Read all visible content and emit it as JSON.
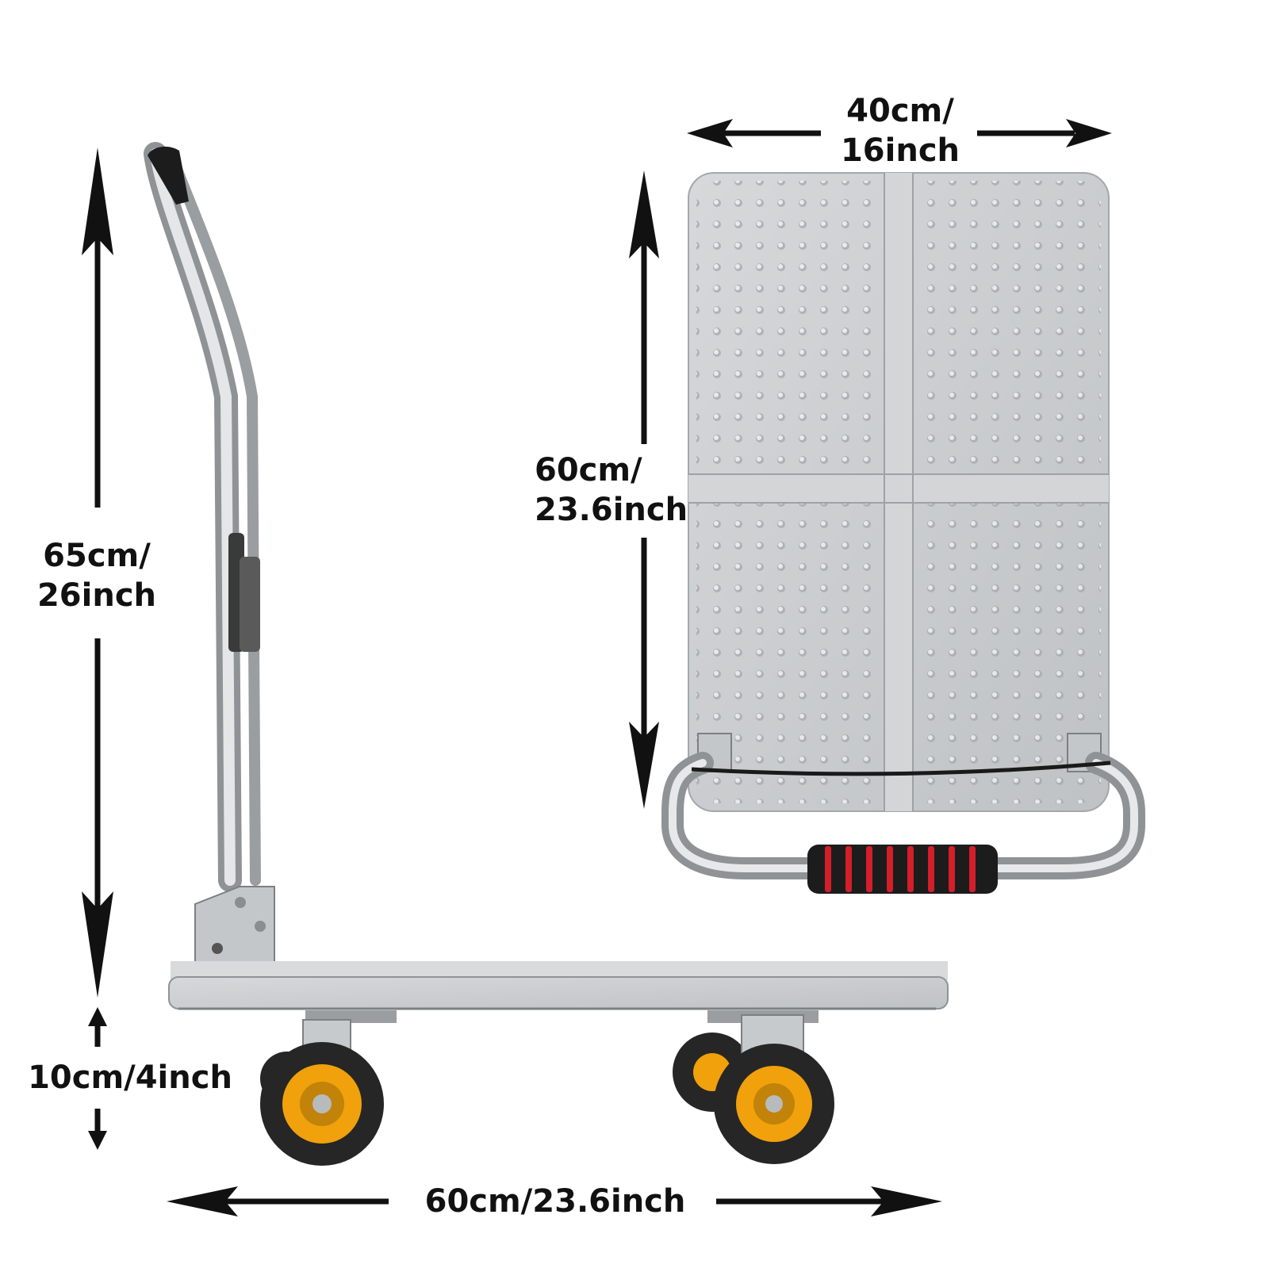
{
  "dimensions": {
    "handle_height": {
      "line1": "65cm/",
      "line2": "26inch"
    },
    "wheel_height": "10cm/4inch",
    "platform_length_side": "60cm/23.6inch",
    "platform_width": {
      "line1": "40cm/",
      "line2": "16inch"
    },
    "platform_length_top": {
      "line1": "60cm/",
      "line2": "23.6inch"
    }
  },
  "colors": {
    "steel": "#c9cbcd",
    "steel_dark": "#8f9396",
    "grip_black": "#1c1c1c",
    "grip_red": "#d21f2a",
    "wheel_black": "#262626",
    "hub_orange": "#f0a10b",
    "arrow": "#111111"
  }
}
